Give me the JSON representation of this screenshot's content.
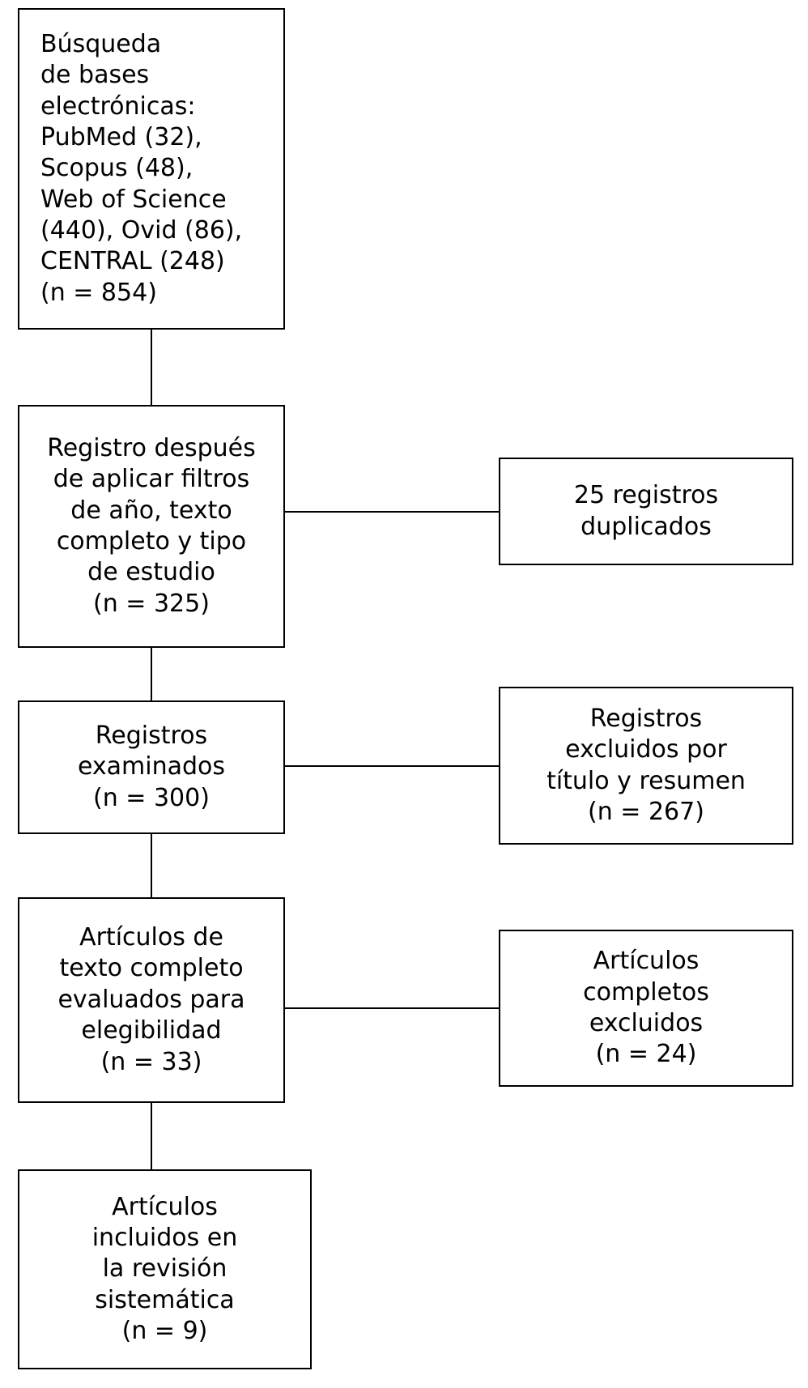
{
  "diagram": {
    "type": "prisma-flow-diagram",
    "language": "es",
    "colors": {
      "background": "#ffffff",
      "border": "#000000",
      "text": "#000000"
    },
    "nodes": [
      {
        "id": "identificacion",
        "label": "Búsqueda\nde bases\nelectrónicas:\nPubMed (32),\nScopus (48),\nWeb of Science\n(440), Ovid (86),\nCENTRAL (248)\n(n = 854)",
        "count": 854,
        "align": "left"
      },
      {
        "id": "registro-filtros",
        "label": "Registro después\nde aplicar filtros\nde año, texto\ncompleto y tipo\nde estudio\n(n = 325)",
        "count": 325,
        "align": "center"
      },
      {
        "id": "registros-examinados",
        "label": "Registros\nexaminados\n(n = 300)",
        "count": 300,
        "align": "center"
      },
      {
        "id": "texto-completo-elegibilidad",
        "label": "Artículos de\ntexto completo\nevaluados para\nelegibilidad\n(n = 33)",
        "count": 33,
        "align": "center"
      },
      {
        "id": "incluidos",
        "label": "Artículos\nincluidos en\nla revisión\nsistemática\n(n = 9)",
        "count": 9,
        "align": "center"
      }
    ],
    "exclusions": [
      {
        "id": "duplicados",
        "label": "25 registros\nduplicados",
        "count": 25,
        "align": "center"
      },
      {
        "id": "excluidos-titulo-resumen",
        "label": "Registros\nexcluidos por\ntítulo y resumen\n(n = 267)",
        "count": 267,
        "align": "center"
      },
      {
        "id": "completos-excluidos",
        "label": "Artículos\ncompletos\nexcluidos\n(n = 24)",
        "count": 24,
        "align": "center"
      }
    ]
  }
}
